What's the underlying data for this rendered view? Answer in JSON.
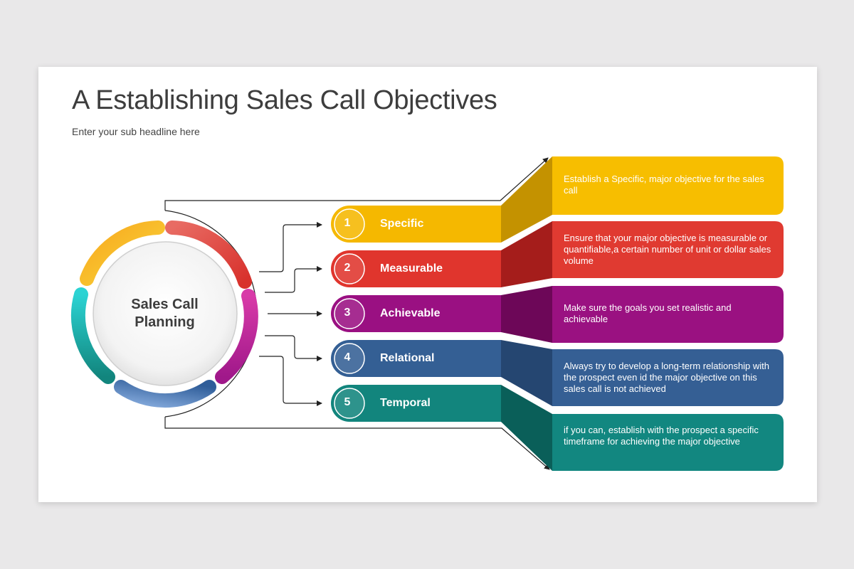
{
  "slide": {
    "title": "A Establishing Sales Call Objectives",
    "subtitle": "Enter your sub headline here"
  },
  "center": {
    "label_line1": "Sales Call",
    "label_line2": "Planning"
  },
  "steps": [
    {
      "number": "1",
      "label": "Specific",
      "description": "Establish a Specific, major objective for the sales call",
      "color": "#f5b800",
      "dark": "#c49200",
      "desc_color": "#f7be00"
    },
    {
      "number": "2",
      "label": "Measurable",
      "description": "Ensure that your major objective is measurable or quantifiable,a certain number of unit or dollar sales volume",
      "color": "#e0352d",
      "dark": "#a51d1b",
      "desc_color": "#e03a31"
    },
    {
      "number": "3",
      "label": "Achievable",
      "description": "Make sure the goals you set realistic and achievable",
      "color": "#9a1082",
      "dark": "#6d0758",
      "desc_color": "#9a1181"
    },
    {
      "number": "4",
      "label": "Relational",
      "description": "Always try to develop a long-term relationship with the prospect even id the major objective on this sales call is not achieved",
      "color": "#345f94",
      "dark": "#254671",
      "desc_color": "#355f94"
    },
    {
      "number": "5",
      "label": "Temporal",
      "description": "if you can, establish with the prospect a specific timeframe  for achieving the major objective",
      "color": "#12857d",
      "dark": "#0a5f59",
      "desc_color": "#128780"
    }
  ]
}
